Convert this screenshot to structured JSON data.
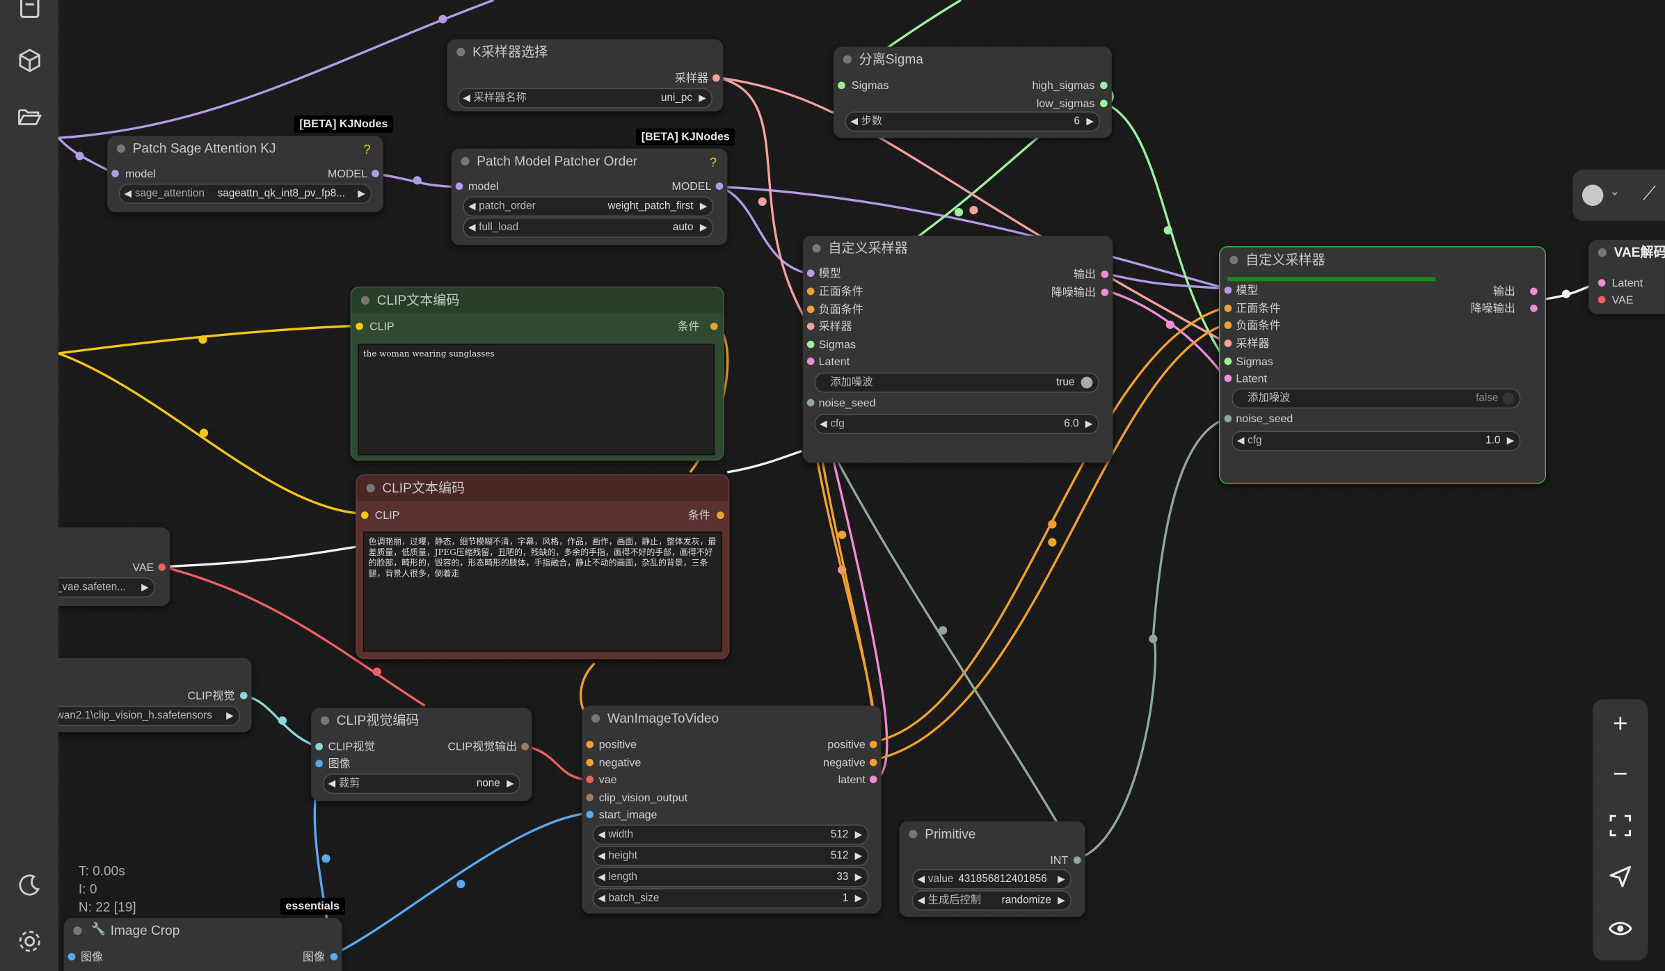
{
  "status": {
    "time": "T: 0.00s",
    "iterations": "I: 0",
    "nodes": "N: 22 [19]"
  },
  "badges": {
    "kjnodes_1": "[BETA] KJNodes",
    "kjnodes_2": "[BETA] KJNodes",
    "essentials": "essentials"
  },
  "ksampler_select": {
    "title": "K采样器选择",
    "out": "采样器",
    "w_label": "采样器名称",
    "w_value": "uni_pc"
  },
  "split_sigma": {
    "title": "分离Sigma",
    "in_sigmas": "Sigmas",
    "out_high": "high_sigmas",
    "out_low": "low_sigmas",
    "w_label": "步数",
    "w_value": "6"
  },
  "patch_sage": {
    "title": "Patch Sage Attention KJ",
    "help": "?",
    "in_model": "model",
    "out_model": "MODEL",
    "w_label": "sage_attention",
    "w_value": "sageattn_qk_int8_pv_fp8..."
  },
  "patch_order": {
    "title": "Patch Model Patcher Order",
    "help": "?",
    "in_model": "model",
    "out_model": "MODEL",
    "w1_label": "patch_order",
    "w1_value": "weight_patch_first",
    "w2_label": "full_load",
    "w2_value": "auto"
  },
  "clip_pos": {
    "title": "CLIP文本编码",
    "in_clip": "CLIP",
    "out": "条件",
    "text": "the woman wearing sunglasses"
  },
  "clip_neg": {
    "title": "CLIP文本编码",
    "in_clip": "CLIP",
    "out": "条件",
    "text": "色调艳丽，过曝，静态，细节模糊不清，字幕，风格，作品，画作，画面，静止，整体发灰，最差质量，低质量，JPEG压缩残留，丑陋的，残缺的，多余的手指，画得不好的手部，画得不好的脸部，畸形的，毁容的，形态畸形的肢体，手指融合，静止不动的画面，杂乱的背景，三条腿，背景人很多，倒着走"
  },
  "sampler1": {
    "title": "自定义采样器",
    "inputs": [
      "模型",
      "正面条件",
      "负面条件",
      "采样器",
      "Sigmas",
      "Latent"
    ],
    "out1": "输出",
    "out2": "降噪输出",
    "toggle_label": "添加噪波",
    "toggle_value": "true",
    "seed": "noise_seed",
    "cfg_label": "cfg",
    "cfg_value": "6.0"
  },
  "sampler2": {
    "title": "自定义采样器",
    "inputs": [
      "模型",
      "正面条件",
      "负面条件",
      "采样器",
      "Sigmas",
      "Latent"
    ],
    "out1": "输出",
    "out2": "降噪输出",
    "toggle_label": "添加噪波",
    "toggle_value": "false",
    "seed": "noise_seed",
    "cfg_label": "cfg",
    "cfg_value": "1.0"
  },
  "vae_loader": {
    "out": "VAE",
    "w_value": "_vae.safeten..."
  },
  "clip_vision_loader": {
    "out": "CLIP视觉",
    "w_value": "wan2.1\\clip_vision_h.safetensors"
  },
  "clip_vision_encode": {
    "title": "CLIP视觉编码",
    "in1": "CLIP视觉",
    "in2": "图像",
    "out": "CLIP视觉输出",
    "w_label": "裁剪",
    "w_value": "none"
  },
  "wan": {
    "title": "WanImageToVideo",
    "inputs": [
      "positive",
      "negative",
      "vae",
      "clip_vision_output",
      "start_image"
    ],
    "outputs": [
      "positive",
      "negative",
      "latent"
    ],
    "widgets": [
      {
        "label": "width",
        "value": "512"
      },
      {
        "label": "height",
        "value": "512"
      },
      {
        "label": "length",
        "value": "33"
      },
      {
        "label": "batch_size",
        "value": "1"
      }
    ]
  },
  "primitive": {
    "title": "Primitive",
    "out": "INT",
    "w1_label": "value",
    "w1_value": "431856812401856",
    "w2_label": "生成后控制",
    "w2_value": "randomize"
  },
  "vae_decode": {
    "title": "VAE解码",
    "in1": "Latent",
    "in2": "VAE"
  },
  "image_crop": {
    "title": "Image Crop",
    "in": "图像",
    "out": "图像"
  },
  "colors": {
    "yellow": "#f5c518",
    "orange": "#f0a030",
    "purple": "#b49be8",
    "green": "#9ef0a0",
    "pink": "#f08cd8",
    "red": "#f06060",
    "blue": "#5aa8f0",
    "gray": "#8fa898",
    "sampler_border": "#3bb33b",
    "progress": "#1a8a1a"
  }
}
